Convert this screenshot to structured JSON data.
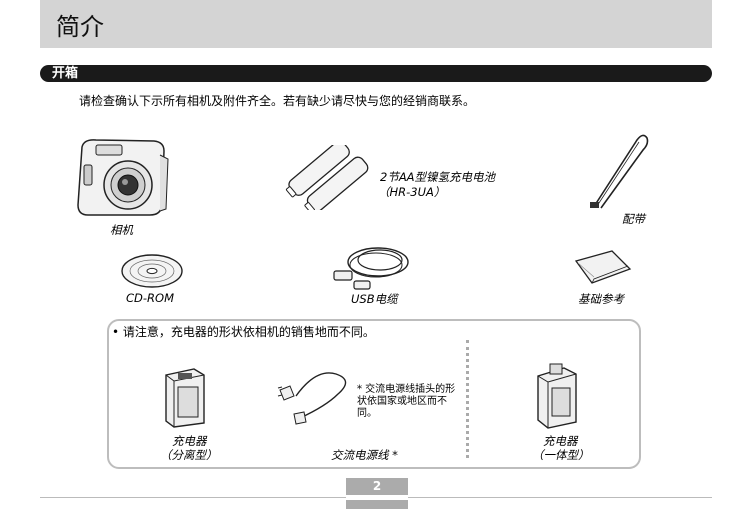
{
  "page": {
    "title": "简介",
    "section": "开箱",
    "page_number": "2"
  },
  "intro": "请检查确认下示所有相机及附件齐全。若有缺少请尽快与您的经销商联系。",
  "items": {
    "camera": "相机",
    "battery_line1": "2节AA型镍氢充电电池",
    "battery_line2": "（HR-3UA）",
    "strap": "配带",
    "cdrom": "CD-ROM",
    "usb": "USB电缆",
    "reference": "基础参考"
  },
  "charger_box": {
    "note": "• 请注意，充电器的形状依相机的销售地而不同。",
    "charger_separate_line1": "充电器",
    "charger_separate_line2": "（分离型）",
    "ac_cord": "交流电源线 *",
    "footnote": "* 交流电源线插头的形状依国家或地区而不同。",
    "charger_integrated_line1": "充电器",
    "charger_integrated_line2": "（一体型）"
  }
}
